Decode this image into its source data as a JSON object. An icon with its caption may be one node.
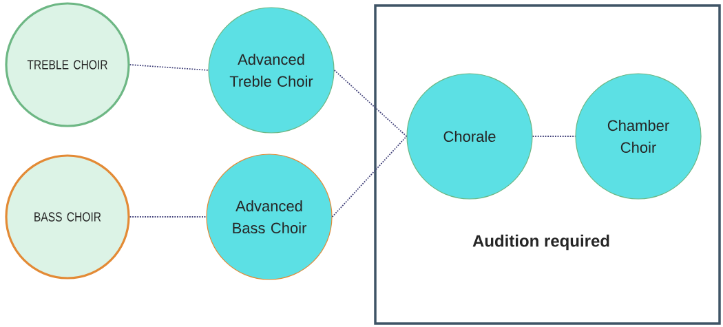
{
  "diagram": {
    "nodes": [
      {
        "text": [
          "TREBLE CHOIR"
        ]
      },
      {
        "text": [
          "Advanced Treble Choir"
        ]
      },
      {
        "text": [
          "BASS CHOIR"
        ]
      },
      {
        "text": [
          "Advanced Bass Choir"
        ]
      },
      {
        "text": [
          "Audition required"
        ]
      },
      {
        "text": [
          "Chorale"
        ],
        "in": 4
      },
      {
        "text": [
          "Chamber Choir"
        ],
        "in": 4
      }
    ],
    "edges": [
      {
        "from": 0,
        "to": 1,
        "arrow": "none"
      },
      {
        "from": 2,
        "to": 3,
        "arrow": "none"
      },
      {
        "from": 1,
        "to": 5,
        "arrow": "none"
      },
      {
        "from": 3,
        "to": 5,
        "arrow": "none"
      },
      {
        "from": 5,
        "to": 6,
        "arrow": "none"
      }
    ]
  }
}
